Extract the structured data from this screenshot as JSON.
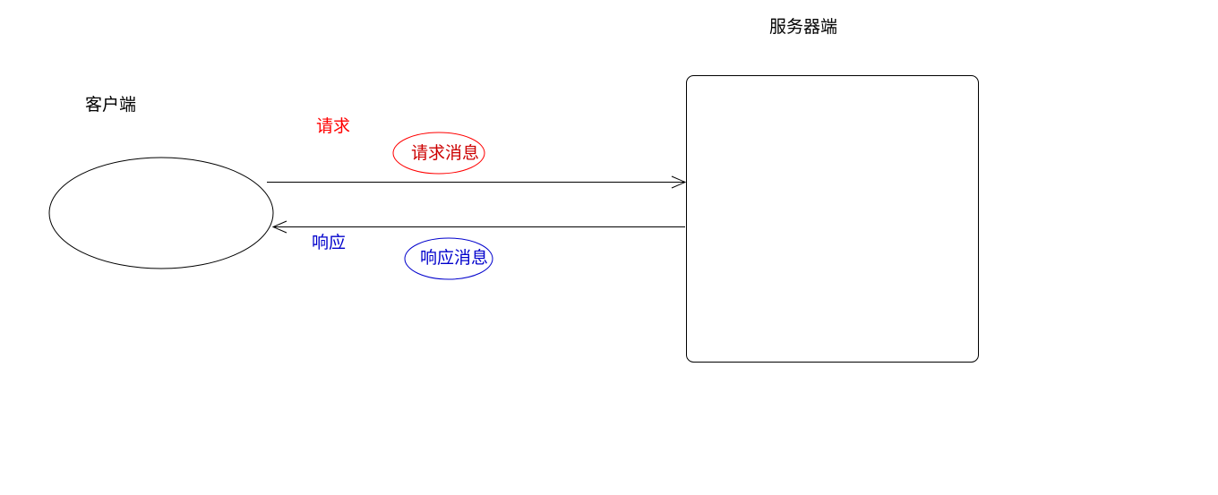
{
  "diagram": {
    "client_label": "客户端",
    "server_label": "服务器端",
    "request_label": "请求",
    "request_message": "请求消息",
    "response_label": "响应",
    "response_message": "响应消息"
  },
  "colors": {
    "stroke": "#000000",
    "request": "#ff0000",
    "response": "#0000cc",
    "text": "#000000",
    "background": "#ffffff"
  }
}
